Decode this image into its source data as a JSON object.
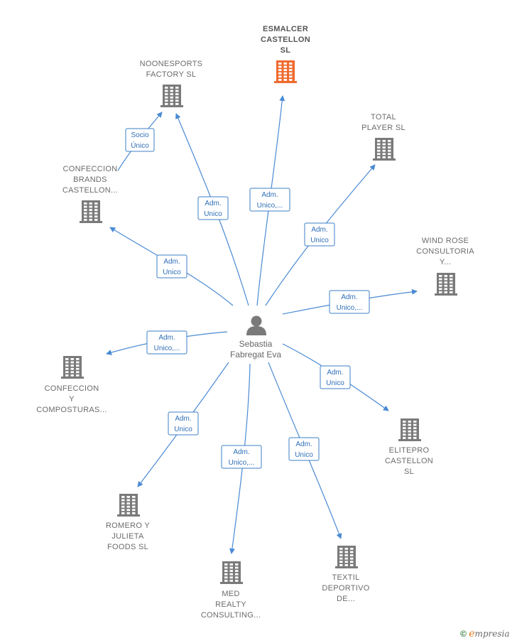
{
  "center": {
    "label_lines": [
      "Sebastia",
      "Fabregat Eva"
    ]
  },
  "colors": {
    "highlight": "#ef6a2f",
    "building": "#7a7a7a",
    "edge": "#4a8ad4",
    "person": "#7a7a7a"
  },
  "companies": [
    {
      "id": "esmalcer",
      "lines": [
        "ESMALCER",
        "CASTELLON",
        "SL"
      ],
      "highlight": true
    },
    {
      "id": "noonesports",
      "lines": [
        "NOONESPORTS",
        "FACTORY  SL"
      ]
    },
    {
      "id": "total-player",
      "lines": [
        "TOTAL",
        "PLAYER  SL"
      ]
    },
    {
      "id": "confeccion-brands",
      "lines": [
        "CONFECCION",
        "BRANDS",
        "CASTELLON..."
      ]
    },
    {
      "id": "wind-rose",
      "lines": [
        "WIND ROSE",
        "CONSULTORIA",
        "Y..."
      ]
    },
    {
      "id": "confeccion-composturas",
      "lines": [
        "CONFECCION",
        "Y",
        "COMPOSTURAS..."
      ]
    },
    {
      "id": "elitepro",
      "lines": [
        "ELITEPRO",
        "CASTELLON",
        "SL"
      ]
    },
    {
      "id": "romero-julieta",
      "lines": [
        "ROMERO Y",
        "JULIETA",
        "FOODS  SL"
      ]
    },
    {
      "id": "med-realty",
      "lines": [
        "MED",
        "REALTY",
        "CONSULTING..."
      ]
    },
    {
      "id": "textil-deportivo",
      "lines": [
        "TEXTIL",
        "DEPORTIVO",
        "DE..."
      ]
    }
  ],
  "edges": [
    {
      "id": "e-esmalcer",
      "lines": [
        "Adm.",
        "Unico,..."
      ]
    },
    {
      "id": "e-noonesports",
      "lines": [
        "Adm.",
        "Unico"
      ]
    },
    {
      "id": "e-total-player",
      "lines": [
        "Adm.",
        "Unico"
      ]
    },
    {
      "id": "e-confeccion-brands",
      "lines": [
        "Adm.",
        "Unico"
      ]
    },
    {
      "id": "e-wind-rose",
      "lines": [
        "Adm.",
        "Unico,..."
      ]
    },
    {
      "id": "e-confeccion-composturas",
      "lines": [
        "Adm.",
        "Unico,..."
      ]
    },
    {
      "id": "e-elitepro",
      "lines": [
        "Adm.",
        "Unico"
      ]
    },
    {
      "id": "e-romero-julieta",
      "lines": [
        "Adm.",
        "Unico"
      ]
    },
    {
      "id": "e-med-realty",
      "lines": [
        "Adm.",
        "Unico,..."
      ]
    },
    {
      "id": "e-textil-deportivo",
      "lines": [
        "Adm.",
        "Unico"
      ]
    },
    {
      "id": "e-socio-unico",
      "lines": [
        "Socio",
        "Único"
      ]
    }
  ],
  "footer": {
    "copyright_symbol": "©",
    "brand_initial": "e",
    "brand_rest": "mpresia"
  }
}
